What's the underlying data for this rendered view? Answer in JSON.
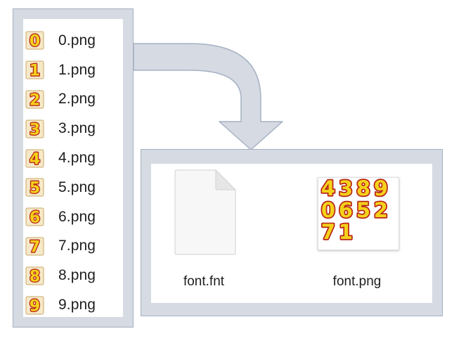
{
  "source_files": [
    {
      "digit": "0",
      "name": "0.png"
    },
    {
      "digit": "1",
      "name": "1.png"
    },
    {
      "digit": "2",
      "name": "2.png"
    },
    {
      "digit": "3",
      "name": "3.png"
    },
    {
      "digit": "4",
      "name": "4.png"
    },
    {
      "digit": "5",
      "name": "5.png"
    },
    {
      "digit": "6",
      "name": "6.png"
    },
    {
      "digit": "7",
      "name": "7.png"
    },
    {
      "digit": "8",
      "name": "8.png"
    },
    {
      "digit": "9",
      "name": "9.png"
    }
  ],
  "output_files": {
    "fnt": {
      "name": "font.fnt",
      "icon": "document-icon"
    },
    "png": {
      "name": "font.png",
      "icon": "glyph-atlas-thumbnail",
      "atlas_rows": [
        "4389",
        "0652",
        "71"
      ]
    }
  },
  "colors": {
    "frame_fill": "#d5dae3",
    "frame_border": "#a5b1c2",
    "arrow_fill": "#d5dae3",
    "arrow_border": "#a5b1c2",
    "digit_fill": "#f5d21a",
    "digit_stroke": "#b8261a",
    "digit_tile": "#f6e9c8",
    "digit_tile_border": "#c9a86a"
  }
}
